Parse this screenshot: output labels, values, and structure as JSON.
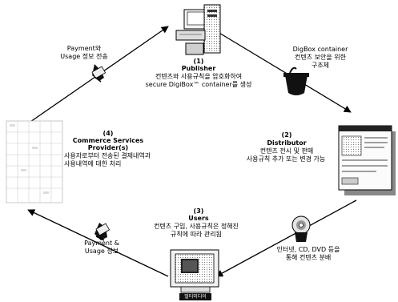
{
  "publisher": {
    "number": "(1)",
    "title": "Publisher",
    "line1": "컨텐츠와 사용규칙을 암호화하여",
    "line2": "secure DigiBox™ container를 생성"
  },
  "distributor": {
    "number": "(2)",
    "title": "Distributor",
    "line1": "컨텐츠 전시 및 판매",
    "line2": "사용규칙 추가 또는 변경 가능"
  },
  "users": {
    "number": "(3)",
    "title": "Users",
    "line1": "컨텐츠 구입, 사용규칙은 정해진",
    "line2": "규칙에 따라 관리됨",
    "computer_label": "멀티미디어"
  },
  "commerce": {
    "number": "(4)",
    "title": "Commerce Services",
    "title2": "Provider(s)",
    "line1": "사용자로부터 전송된 결제내역과",
    "line2": "사용내역에 대한 처리"
  },
  "digibox": {
    "line1": "DigBox container",
    "line2": "컨텐츠 보안을 위한",
    "line3": "구조체"
  },
  "distribution_channel": {
    "line1": "인터넷, CD, DVD 등을",
    "line2": "통해 컨텐츠 분배"
  },
  "payment_top": {
    "line1": "Payment와",
    "line2": "Usage 정보 전송"
  },
  "payment_bottom": {
    "line1": "Payment &",
    "line2": "Usage 정보"
  }
}
